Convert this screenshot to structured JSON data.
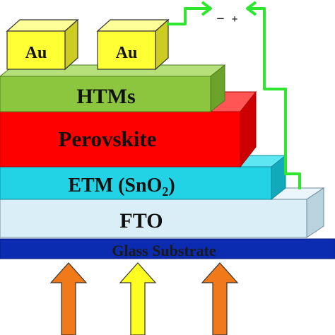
{
  "layers": {
    "au_left": "Au",
    "au_right": "Au",
    "htm": "HTMs",
    "perovskite": "Perovskite",
    "etm": "ETM (SnO",
    "etm_sub": "2",
    "etm_close": ")",
    "fto": "FTO",
    "glass": "Glass Substrate"
  },
  "terminals": {
    "negative": "−",
    "positive": "+"
  },
  "colors": {
    "gold": "#ffff33",
    "htm": "#8cc63f",
    "perovskite": "#ff0000",
    "etm": "#22d3e6",
    "fto": "#d9eef6",
    "glass": "#0b2bb0",
    "wire": "#2ee62e",
    "arrow_orange": "#f07a1a",
    "arrow_yellow": "#ffff22"
  }
}
